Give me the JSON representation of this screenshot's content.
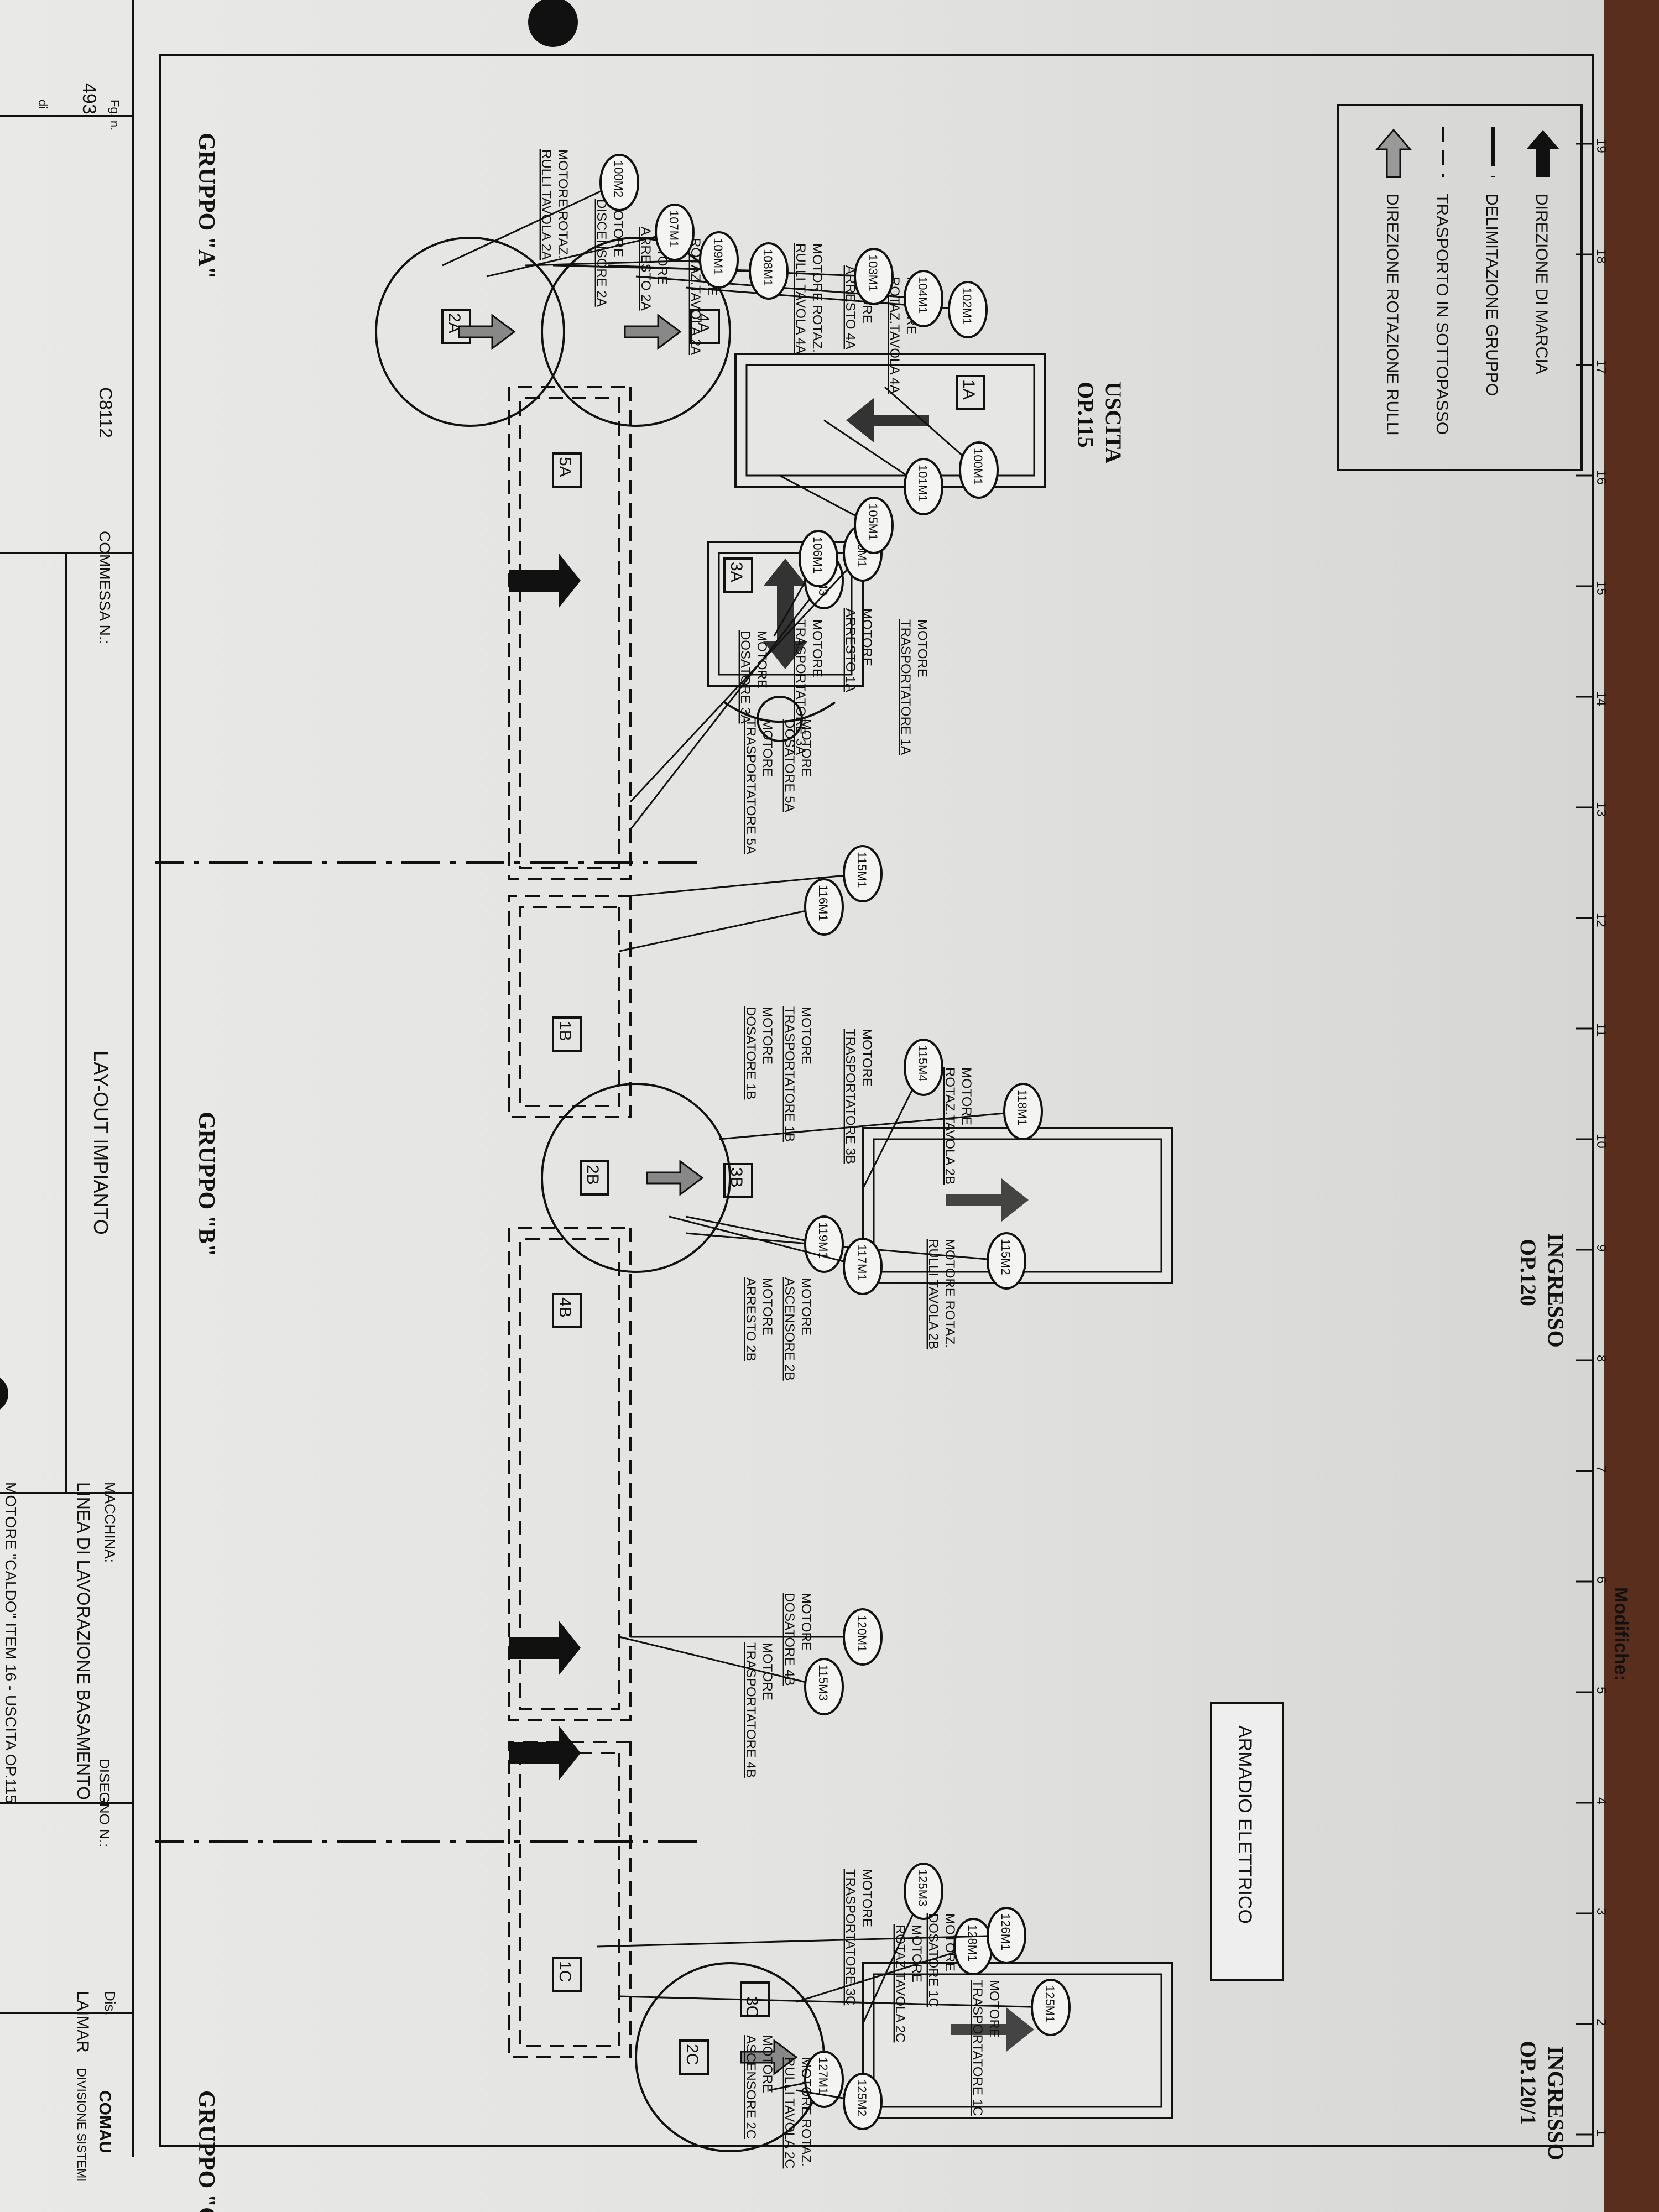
{
  "header": {
    "modifiche_label": "Modifiche:",
    "company": "COMAU",
    "division": "DIVISIONE SISTEMI",
    "dis_label": "Dis.",
    "dis_value": "LAIMAR",
    "disegno_label": "DISEGNO N.:",
    "macchina_label": "MACCHINA:",
    "macchina_value": "LINEA DI LAVORAZIONE BASAMENTO",
    "title": "LAY-OUT IMPIANTO",
    "subtitle_partial": "MOTORE \"CALDO\" ITEM 16 - USCITA OP.115",
    "commessa_label": "COMMESSA N.:",
    "commessa_value": "C8112",
    "foglio_label": "Fg. n.",
    "foglio_value": "493",
    "di_label": "di"
  },
  "legend": {
    "items": [
      {
        "icon": "solid-arrow-icon",
        "label": "DIREZIONE DI MARCIA"
      },
      {
        "icon": "chain-line-icon",
        "label": "DELIMITAZIONE GRUPPO"
      },
      {
        "icon": "dashed-line-icon",
        "label": "TRASPORTO IN SOTTOPASSO"
      },
      {
        "icon": "hatched-arrow-icon",
        "label": "DIREZIONE ROTAZIONE RULLI"
      }
    ]
  },
  "stations": {
    "ingresso_1_line1": "INGRESSO",
    "ingresso_1_line2": "OP.120/1",
    "ingresso_2_line1": "INGRESSO",
    "ingresso_2_line2": "OP.120",
    "uscita_line1": "USCITA",
    "uscita_line2": "OP.115",
    "armadio": "ARMADIO ELETTRICO"
  },
  "groups": {
    "c": "GRUPPO \"C\"",
    "b": "GRUPPO \"B\"",
    "a": "GRUPPO \"A\""
  },
  "ruler": [
    "1",
    "2",
    "3",
    "4",
    "5",
    "6",
    "7",
    "8",
    "9",
    "10",
    "11",
    "12",
    "13",
    "14",
    "15",
    "16",
    "17",
    "18",
    "19"
  ],
  "units": [
    "3C",
    "2C",
    "1C",
    "4B",
    "3B",
    "2B",
    "1B",
    "5A",
    "3A",
    "1A",
    "4A",
    "2A"
  ],
  "motors": [
    {
      "code": "125M3",
      "label1": "MOTORE",
      "label2": "TRASPORTATORE 3C"
    },
    {
      "code": "128M1",
      "label1": "MOTORE",
      "label2": "ROTAZ.TAVOLA 2C"
    },
    {
      "code": "126M1",
      "label1": "MOTORE",
      "label2": "DOSATORE 1C"
    },
    {
      "code": "125M1",
      "label1": "MOTORE",
      "label2": "TRASPORTATORE 1C"
    },
    {
      "code": "127M1",
      "label1": "MOTORE",
      "label2": "ASCENSORE 2C"
    },
    {
      "code": "125M2",
      "label1": "MOTORE ROTAZ.",
      "label2": "RULLI TAVOLA 2C"
    },
    {
      "code": "115M3",
      "label1": "MOTORE",
      "label2": "TRASPORTATORE 4B"
    },
    {
      "code": "120M1",
      "label1": "MOTORE",
      "label2": "DOSATORE 4B"
    },
    {
      "code": "115M2",
      "label1": "MOTORE ROTAZ.",
      "label2": "RULLI TAVOLA 2B"
    },
    {
      "code": "119M1",
      "label1": "MOTORE",
      "label2": "ARRESTO 2B"
    },
    {
      "code": "117M1",
      "label1": "MOTORE",
      "label2": "ASCENSORE 2B"
    },
    {
      "code": "115M4",
      "label1": "MOTORE",
      "label2": "TRASPORTATORE 3B"
    },
    {
      "code": "118M1",
      "label1": "MOTORE",
      "label2": "ROTAZ.TAVOLA 2B"
    },
    {
      "code": "116M1",
      "label1": "MOTORE",
      "label2": "DOSATORE 1B"
    },
    {
      "code": "115M1",
      "label1": "MOTORE",
      "label2": "TRASPORTATORE 1B"
    },
    {
      "code": "100M3",
      "label1": "MOTORE",
      "label2": "TRASPORTATORE 5A"
    },
    {
      "code": "110M1",
      "label1": "MOTORE",
      "label2": "DOSATORE 5A"
    },
    {
      "code": "100M1",
      "label1": "MOTORE",
      "label2": "TRASPORTATORE 1A"
    },
    {
      "code": "101M1",
      "label1": "MOTORE",
      "label2": "ARRESTO 1A"
    },
    {
      "code": "105M1",
      "label1": "MOTORE",
      "label2": "TRASPORTATORE 3A"
    },
    {
      "code": "106M1",
      "label1": "MOTORE",
      "label2": "DOSATORE 3A"
    },
    {
      "code": "102M1",
      "label1": "MOTORE",
      "label2": "ROTAZ.TAVOLA 4A"
    },
    {
      "code": "104M1",
      "label1": "MOTORE",
      "label2": "ARRESTO 4A"
    },
    {
      "code": "103M1",
      "label1": "MOTORE ROTAZ.",
      "label2": "RULLI TAVOLA 4A"
    },
    {
      "code": "108M1",
      "label1": "MOTORE",
      "label2": "ROTAZ.TAVOLA 2A"
    },
    {
      "code": "109M1",
      "label1": "MOTORE",
      "label2": "ARRESTO 2A"
    },
    {
      "code": "107M1",
      "label1": "MOTORE",
      "label2": "DISCENSORE 2A"
    },
    {
      "code": "100M2",
      "label1": "MOTORE ROTAZ.",
      "label2": "RULLI TAVOLA 2A"
    }
  ]
}
